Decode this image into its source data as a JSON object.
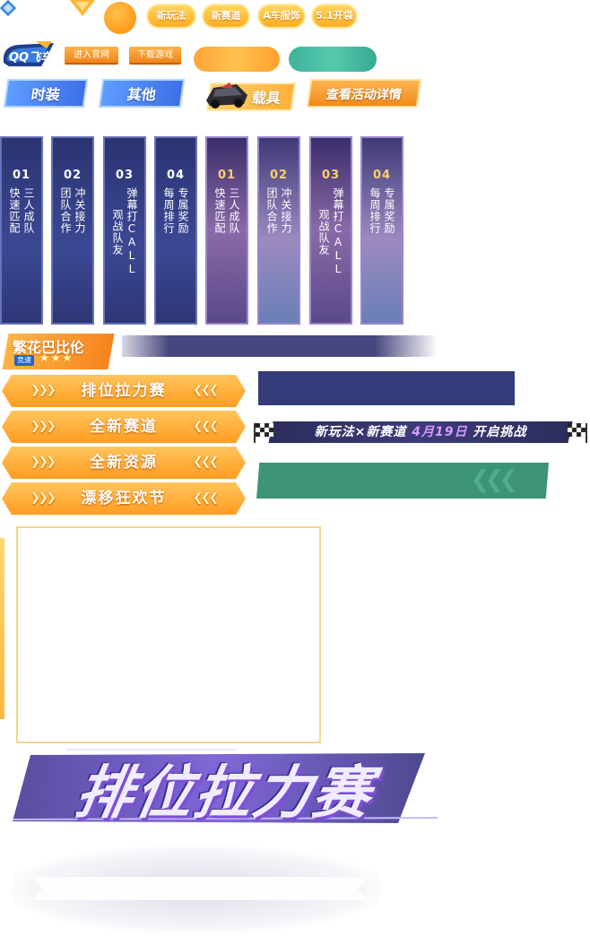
{
  "top_tags": [
    "新玩法",
    "新赛道",
    "A车服饰",
    "5.1开袋"
  ],
  "logo": {
    "text": "QQ飞车"
  },
  "links": {
    "official": "进入官网",
    "download": "下载游戏"
  },
  "categories": {
    "fashion": "时装",
    "other": "其他",
    "vehicle": "载具",
    "view_details": "查看活动详情"
  },
  "cards": [
    {
      "num": "01",
      "lines": [
        "快速匹配",
        "三人成队"
      ]
    },
    {
      "num": "02",
      "lines": [
        "团队合作",
        "冲关接力"
      ]
    },
    {
      "num": "03",
      "lines": [
        "观战队友",
        "弹幕打CALL"
      ]
    },
    {
      "num": "04",
      "lines": [
        "每周排行",
        "专属奖励"
      ]
    },
    {
      "num": "01",
      "lines": [
        "快速匹配",
        "三人成队"
      ]
    },
    {
      "num": "02",
      "lines": [
        "团队合作",
        "冲关接力"
      ]
    },
    {
      "num": "03",
      "lines": [
        "观战队友",
        "弹幕打CALL"
      ]
    },
    {
      "num": "04",
      "lines": [
        "每周排行",
        "专属奖励"
      ]
    }
  ],
  "track": {
    "name": "繁花巴比伦",
    "tag": "竞速",
    "stars": "★★★"
  },
  "menu": [
    "排位拉力赛",
    "全新赛道",
    "全新资源",
    "漂移狂欢节"
  ],
  "banner": {
    "part1": "新玩法×新赛道 ",
    "date": "4月19日",
    "part2": " 开启挑战"
  },
  "bottom": {
    "title": "排位拉力赛"
  },
  "colors": {
    "orange": "#ff9c22",
    "navy": "#343d7a",
    "green": "#3d9376",
    "purple": "#7d4fd6"
  }
}
